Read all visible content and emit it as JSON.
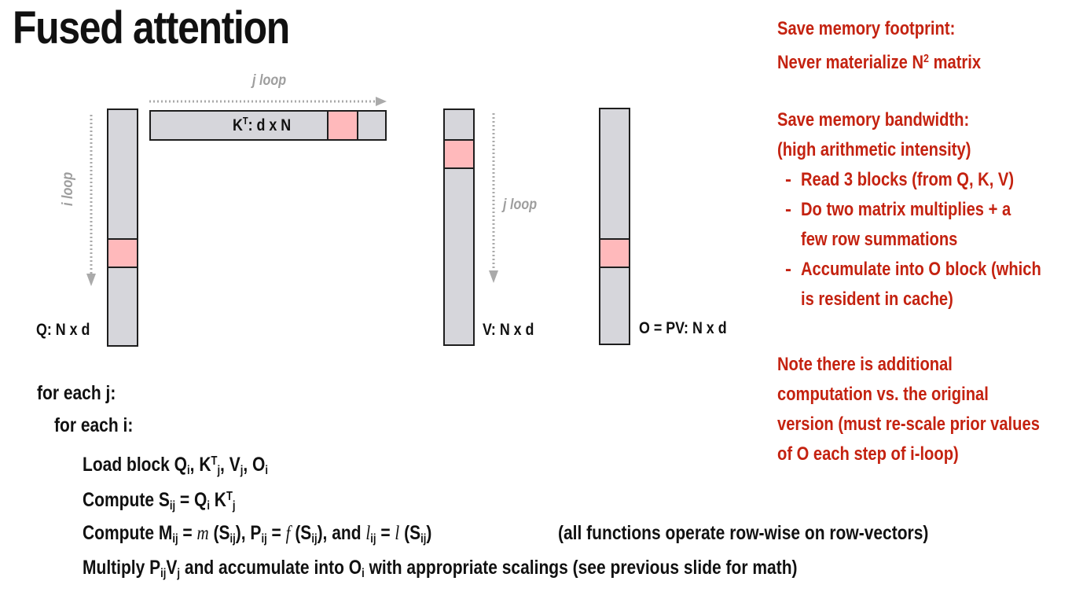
{
  "title": "Fused attention",
  "labels": {
    "j_loop": "j loop",
    "i_loop": "i loop",
    "q_label": "Q: N x d",
    "kt_k": "K",
    "kt_sup": "T",
    "kt_rest": ": d x N",
    "v_label": "V: N x d",
    "o_label": "O = PV: N x d"
  },
  "colors": {
    "matrix_fill": "#d6d6db",
    "block_fill": "#ffb9bb",
    "note_text": "#c42210",
    "loop_arrow": "#aaaaaa"
  },
  "notes": {
    "footprint_line1": "Save memory footprint:",
    "footprint_line2_pre": "Never materialize N",
    "footprint_line2_sup": "2",
    "footprint_line2_post": " matrix",
    "bandwidth_line1": "Save memory bandwidth:",
    "bandwidth_line2": "(high arithmetic intensity)",
    "bullets": [
      [
        "Read 3 blocks (from Q, K, V)"
      ],
      [
        "Do two matrix multiplies + a",
        "few row summations"
      ],
      [
        "Accumulate into O block (which",
        "is resident in cache)"
      ]
    ],
    "bullet_dash": "-",
    "additional": [
      "Note there is additional",
      "computation vs. the original",
      "version (must re-scale prior values",
      "of O each step of i-loop)"
    ]
  },
  "code": {
    "for_j": "for each j:",
    "for_i": "for each i:",
    "load": {
      "text": "Load block Q",
      "s1": "i",
      "t2": ", K",
      "sup2": "T",
      "s2": "j",
      "t3": ", V",
      "s3": "j",
      "t4": ", O",
      "s4": "i"
    },
    "compute_s": {
      "text": "Compute S",
      "s1": "ij",
      "t2": " = Q",
      "s2": "i",
      "t3": " K",
      "sup3": "T",
      "s3": "j"
    },
    "compute_m": {
      "t1": "Compute M",
      "s1": "ij",
      "t2": " = ",
      "m": "m",
      "t3": " (S",
      "s3": "ij",
      "t4": "), P",
      "s4": "ij",
      "t5": " = ",
      "f": "f",
      "t6": " (S",
      "s6": "ij",
      "t7": "), and ",
      "l": "l",
      "s7": "ij",
      "t8": " = ",
      "l2": "l",
      "t9": " (S",
      "s9": "ij",
      "t10": ")",
      "note": "(all functions operate row-wise on row-vectors)"
    },
    "multiply": {
      "t1": "Multiply P",
      "s1": "ij",
      "t2": "V",
      "s2": "j",
      "t3": "  and accumulate into O",
      "s3": "i",
      "t4": " with appropriate scalings (see previous slide for math)"
    }
  }
}
